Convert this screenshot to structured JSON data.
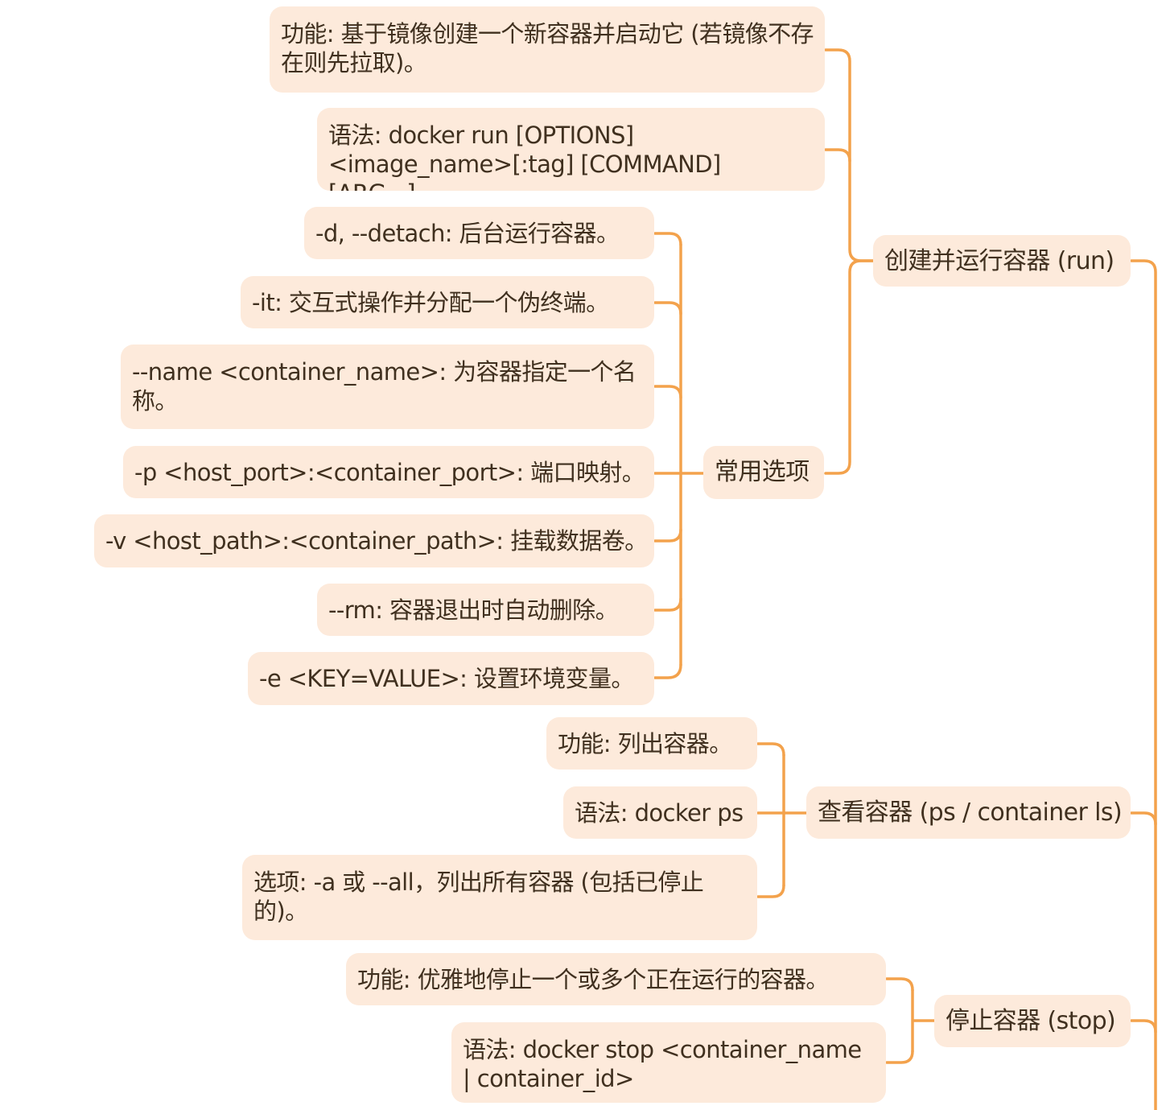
{
  "mindmap": {
    "branches": [
      {
        "label": "创建并运行容器 (run)",
        "children": [
          "功能: 基于镜像创建一个新容器并启动它 (若镜像不存在则先拉取)。",
          "语法: docker run [OPTIONS] <image_name>[:tag] [COMMAND] [ARG...]",
          "常用选项"
        ],
        "options": [
          "-d, --detach: 后台运行容器。",
          "-it: 交互式操作并分配一个伪终端。",
          "--name <container_name>: 为容器指定一个名称。",
          "-p <host_port>:<container_port>: 端口映射。",
          "-v <host_path>:<container_path>: 挂载数据卷。",
          "--rm: 容器退出时自动删除。",
          "-e <KEY=VALUE>: 设置环境变量。"
        ]
      },
      {
        "label": "查看容器 (ps / container ls)",
        "children": [
          "功能: 列出容器。",
          "语法: docker ps",
          "选项: -a 或 --all，列出所有容器 (包括已停止的)。"
        ]
      },
      {
        "label": "停止容器 (stop)",
        "children": [
          "功能: 优雅地停止一个或多个正在运行的容器。",
          "语法: docker stop <container_name | container_id>"
        ]
      }
    ],
    "colors": {
      "connector": "#f3a24c",
      "node_fill": "#fdeadb",
      "text": "#40301f"
    }
  }
}
